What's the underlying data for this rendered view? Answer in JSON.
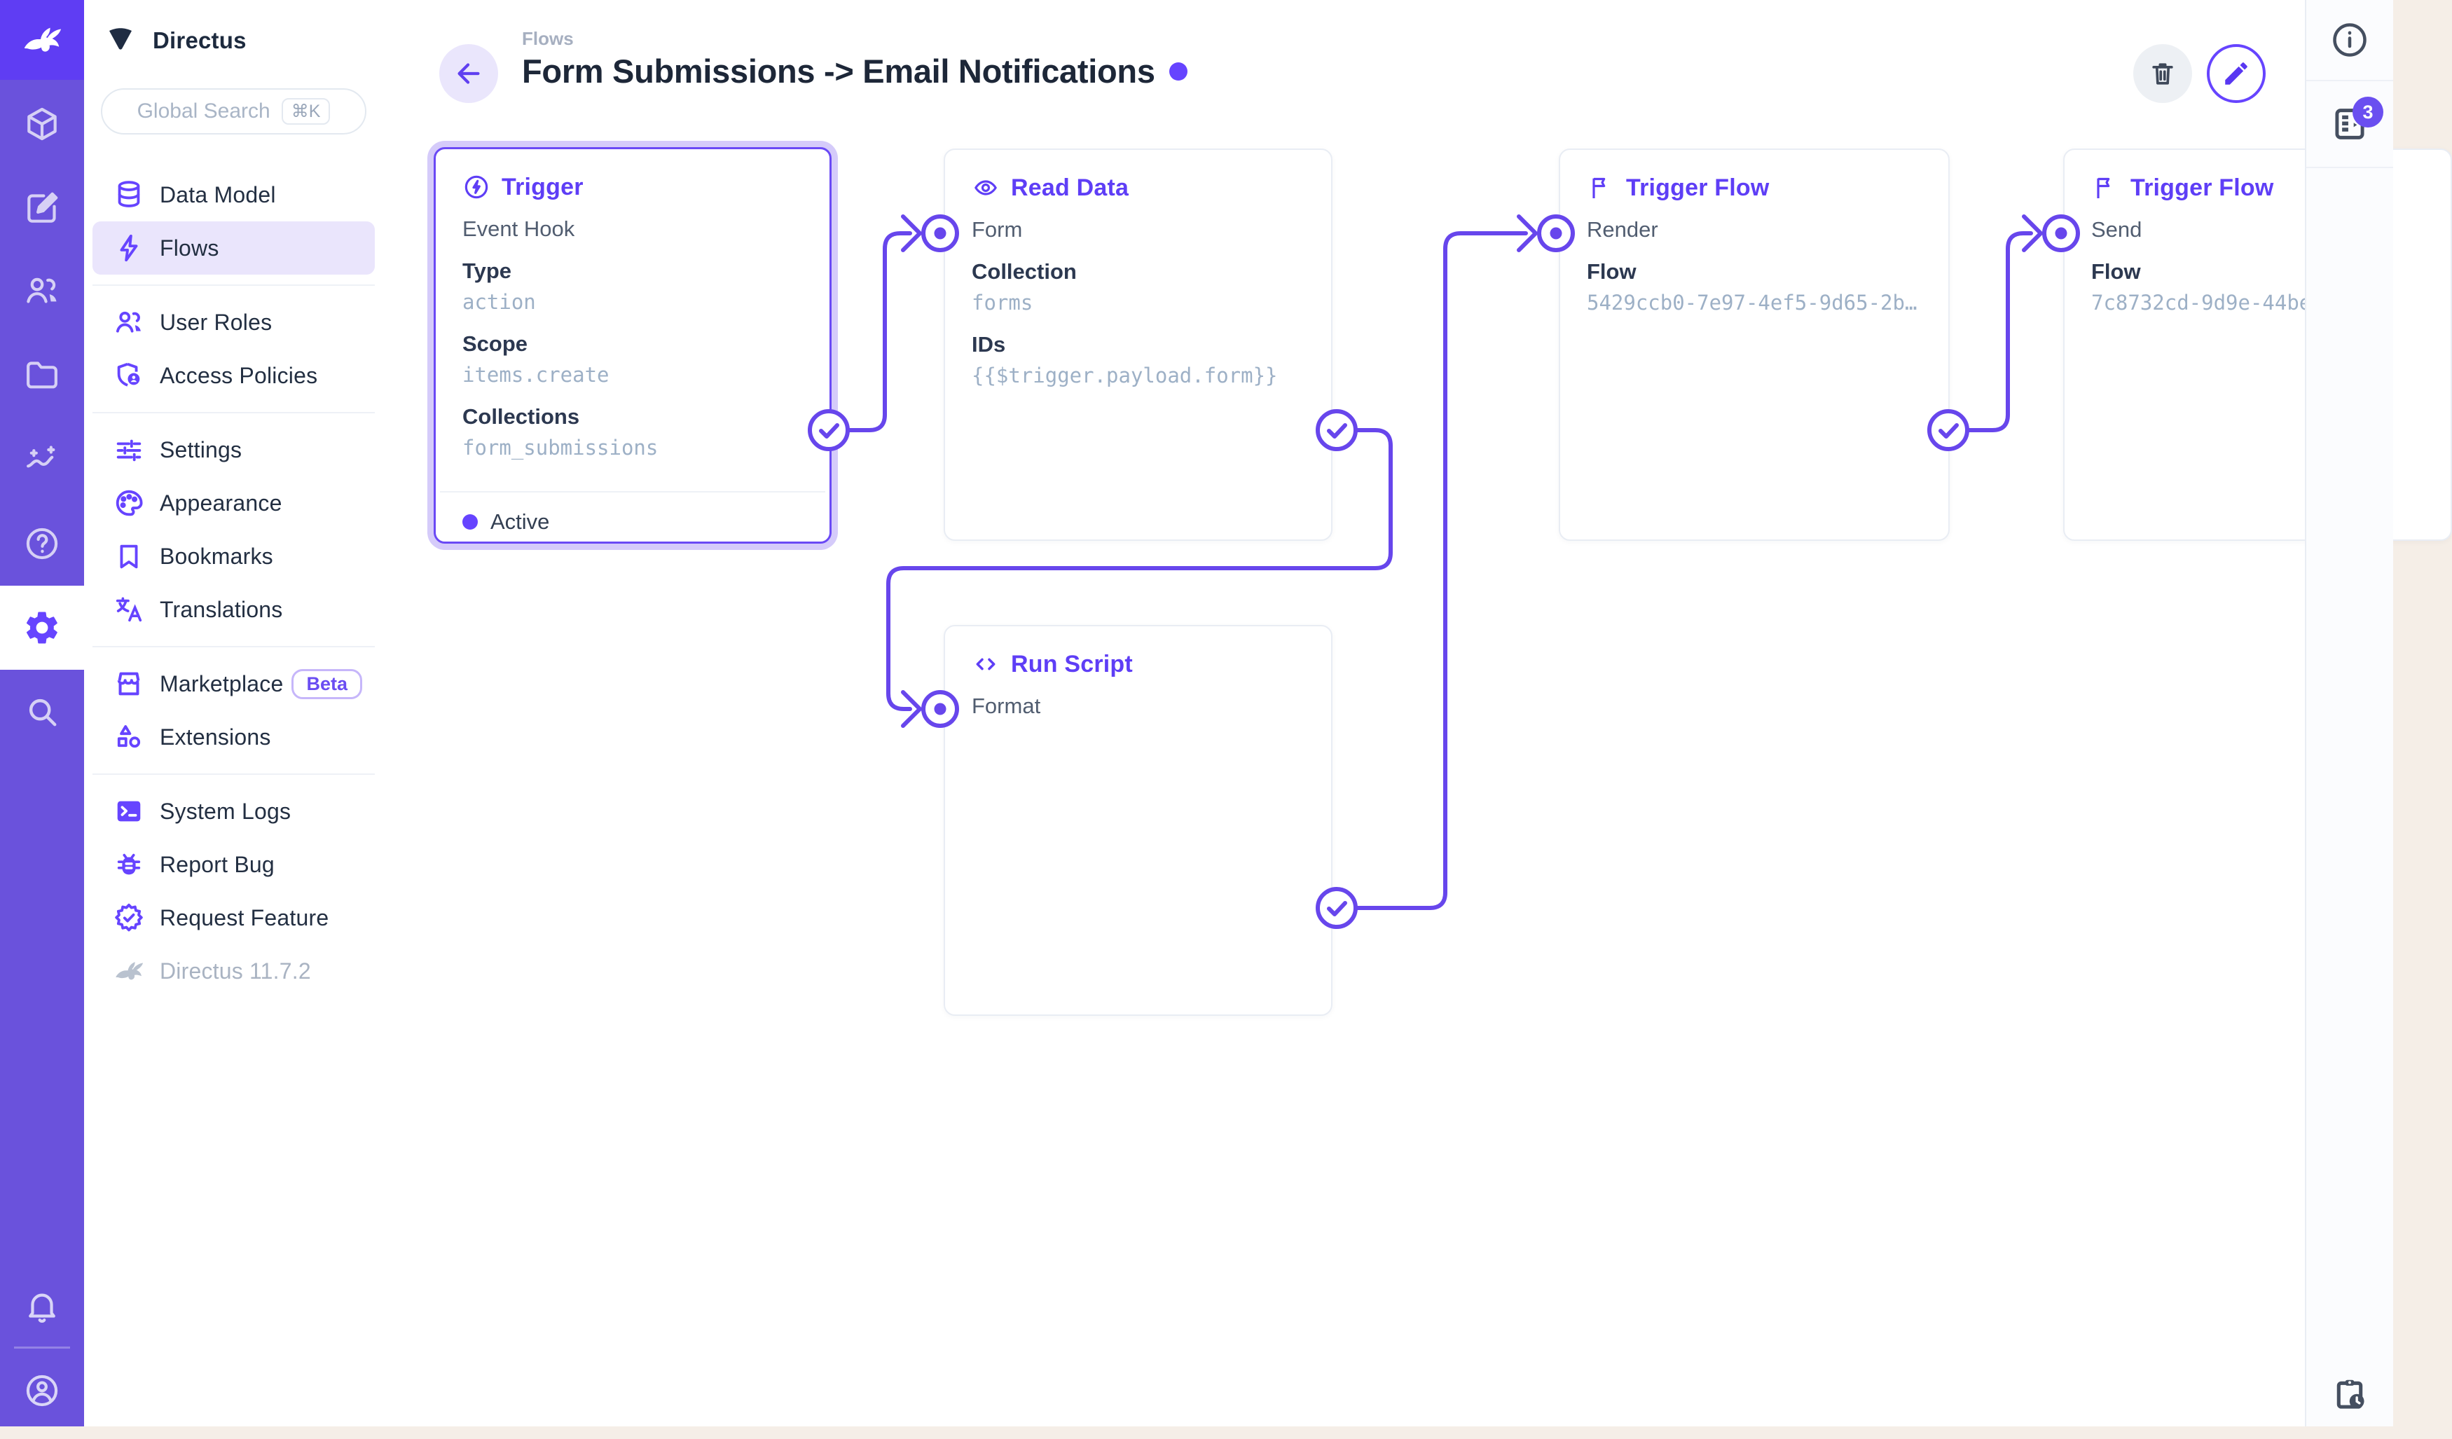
{
  "colors": {
    "accent": "#6644ff",
    "module_bar": "#6a52dc",
    "logo_tile": "#5f3df3",
    "connection_line": "#6746ec",
    "selected_glow": "#d5cbfa",
    "panel_title": "#5e3ef6",
    "mono_value": "#9db0c6",
    "active_pill": "#eae5fc",
    "desktop_background": "#f5eee7"
  },
  "module_bar": {
    "logo_icon": "directus-rabbit",
    "items": [
      {
        "icon": "box-icon",
        "name": "content"
      },
      {
        "icon": "edit-square-icon",
        "name": "visual-editor"
      },
      {
        "icon": "people-icon",
        "name": "user-directory"
      },
      {
        "icon": "folder-icon",
        "name": "file-library"
      },
      {
        "icon": "insights-icon",
        "name": "insights"
      },
      {
        "icon": "help-icon",
        "name": "documentation"
      },
      {
        "icon": "gear-icon",
        "name": "settings",
        "active": true
      },
      {
        "icon": "search-icon",
        "name": "search"
      }
    ],
    "bottom_items": [
      {
        "icon": "bell-icon",
        "name": "notifications"
      },
      {
        "icon": "avatar-icon",
        "name": "account"
      }
    ]
  },
  "sidebar": {
    "project_name": "Directus",
    "search": {
      "placeholder": "Global Search",
      "shortcut": "⌘K"
    },
    "nav": [
      {
        "label": "Data Model",
        "icon": "database-icon"
      },
      {
        "label": "Flows",
        "icon": "bolt-icon",
        "active": true
      },
      {
        "label": "User Roles",
        "icon": "people-icon"
      },
      {
        "label": "Access Policies",
        "icon": "shield-person-icon"
      },
      {
        "label": "Settings",
        "icon": "tune-icon"
      },
      {
        "label": "Appearance",
        "icon": "palette-icon"
      },
      {
        "label": "Bookmarks",
        "icon": "bookmark-icon"
      },
      {
        "label": "Translations",
        "icon": "translate-icon"
      },
      {
        "label": "Marketplace",
        "icon": "storefront-icon",
        "badge": "Beta"
      },
      {
        "label": "Extensions",
        "icon": "shapes-icon"
      },
      {
        "label": "System Logs",
        "icon": "terminal-icon"
      },
      {
        "label": "Report Bug",
        "icon": "bug-icon"
      },
      {
        "label": "Request Feature",
        "icon": "seal-check-icon"
      }
    ],
    "version": "Directus 11.7.2"
  },
  "header": {
    "breadcrumb": "Flows",
    "title": "Form Submissions -> Email Notifications",
    "buttons": [
      {
        "icon": "trash-icon",
        "name": "delete-flow"
      },
      {
        "icon": "pencil-icon",
        "name": "edit-flow"
      }
    ]
  },
  "canvas": {
    "nodes": {
      "trigger": {
        "title": "Trigger",
        "icon": "bolt-circle-icon",
        "subtitle": "Event Hook",
        "fields": [
          {
            "label": "Type",
            "value": "action"
          },
          {
            "label": "Scope",
            "value": "items.create"
          },
          {
            "label": "Collections",
            "value": "form_submissions"
          }
        ],
        "status": "Active",
        "selected": true
      },
      "read_data": {
        "title": "Read Data",
        "icon": "eye-icon",
        "input_label": "Form",
        "fields": [
          {
            "label": "Collection",
            "value": "forms"
          },
          {
            "label": "IDs",
            "value": "{{$trigger.payload.form}}"
          }
        ]
      },
      "run_script": {
        "title": "Run Script",
        "icon": "code-icon",
        "input_label": "Format",
        "fields": []
      },
      "trigger_flow_render": {
        "title": "Trigger Flow",
        "icon": "flag-icon",
        "input_label": "Render",
        "fields": [
          {
            "label": "Flow",
            "value": "5429ccb0-7e97-4ef5-9d65-2b…"
          }
        ]
      },
      "trigger_flow_send": {
        "title": "Trigger Flow",
        "icon": "flag-icon",
        "input_label": "Send",
        "fields": [
          {
            "label": "Flow",
            "value": "7c8732cd-9d9e-44be"
          }
        ]
      }
    }
  },
  "rightbar": {
    "items": [
      {
        "icon": "info-icon",
        "name": "flow-info"
      },
      {
        "icon": "notices-icon",
        "name": "logs",
        "badge": "3"
      },
      {
        "icon": "clipboard-clock-icon",
        "name": "pending-revisions"
      }
    ],
    "notices_badge": "3"
  }
}
